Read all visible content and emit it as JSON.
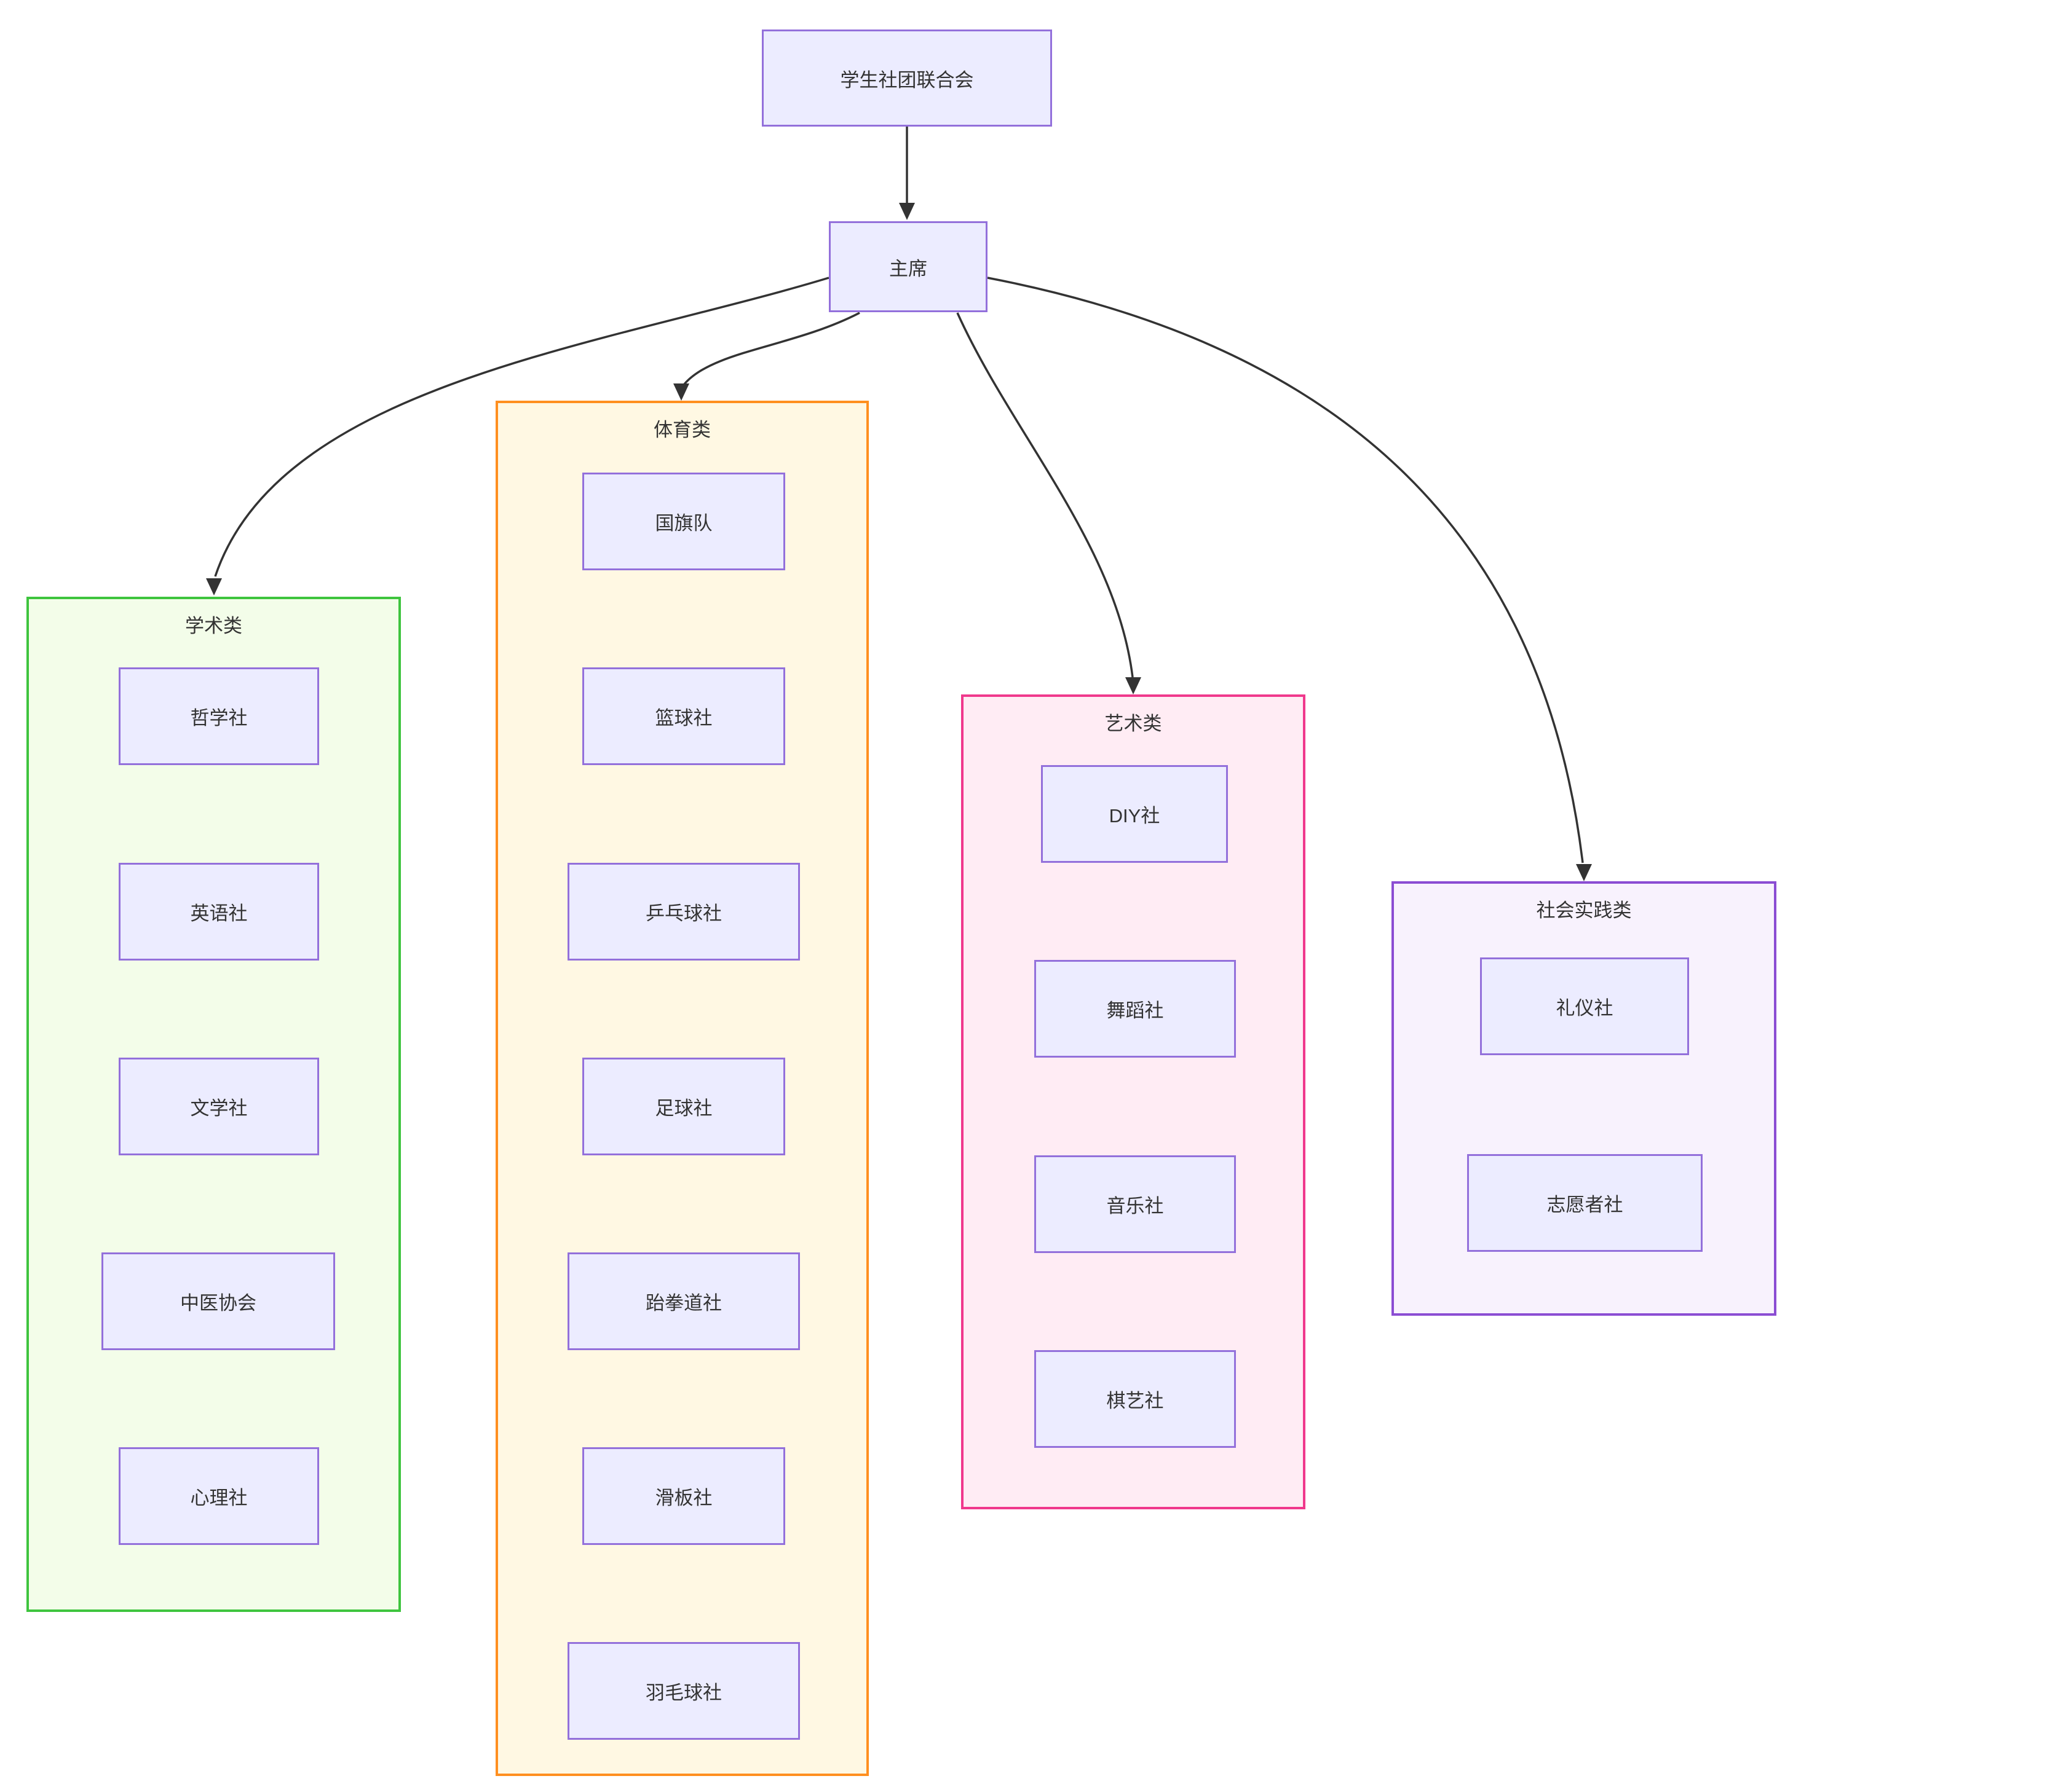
{
  "diagram": {
    "edge_color": "#333333",
    "node_style": {
      "fill": "#ECECFF",
      "border": "#9370DB",
      "text": "#333333"
    },
    "root": {
      "label": "学生社团联合会"
    },
    "chair": {
      "label": "主席"
    },
    "edges": [
      {
        "from": "学生社团联合会",
        "to": "主席"
      },
      {
        "from": "主席",
        "to": "学术类"
      },
      {
        "from": "主席",
        "to": "体育类"
      },
      {
        "from": "主席",
        "to": "艺术类"
      },
      {
        "from": "主席",
        "to": "社会实践类"
      }
    ],
    "groups": [
      {
        "label": "学术类",
        "fill": "#F3FDE9",
        "border": "#3EC43E",
        "nodes": [
          {
            "label": "哲学社"
          },
          {
            "label": "英语社"
          },
          {
            "label": "文学社"
          },
          {
            "label": "中医协会"
          },
          {
            "label": "心理社"
          }
        ]
      },
      {
        "label": "体育类",
        "fill": "#FFF8E3",
        "border": "#FF8F1F",
        "nodes": [
          {
            "label": "国旗队"
          },
          {
            "label": "篮球社"
          },
          {
            "label": "乒乓球社"
          },
          {
            "label": "足球社"
          },
          {
            "label": "跆拳道社"
          },
          {
            "label": "滑板社"
          },
          {
            "label": "羽毛球社"
          }
        ]
      },
      {
        "label": "艺术类",
        "fill": "#FFECF4",
        "border": "#F0388C",
        "nodes": [
          {
            "label": "DIY社"
          },
          {
            "label": "舞蹈社"
          },
          {
            "label": "音乐社"
          },
          {
            "label": "棋艺社"
          }
        ]
      },
      {
        "label": "社会实践类",
        "fill": "#F8F2FD",
        "border": "#8B4DD3",
        "nodes": [
          {
            "label": "礼仪社"
          },
          {
            "label": "志愿者社"
          }
        ]
      }
    ]
  }
}
